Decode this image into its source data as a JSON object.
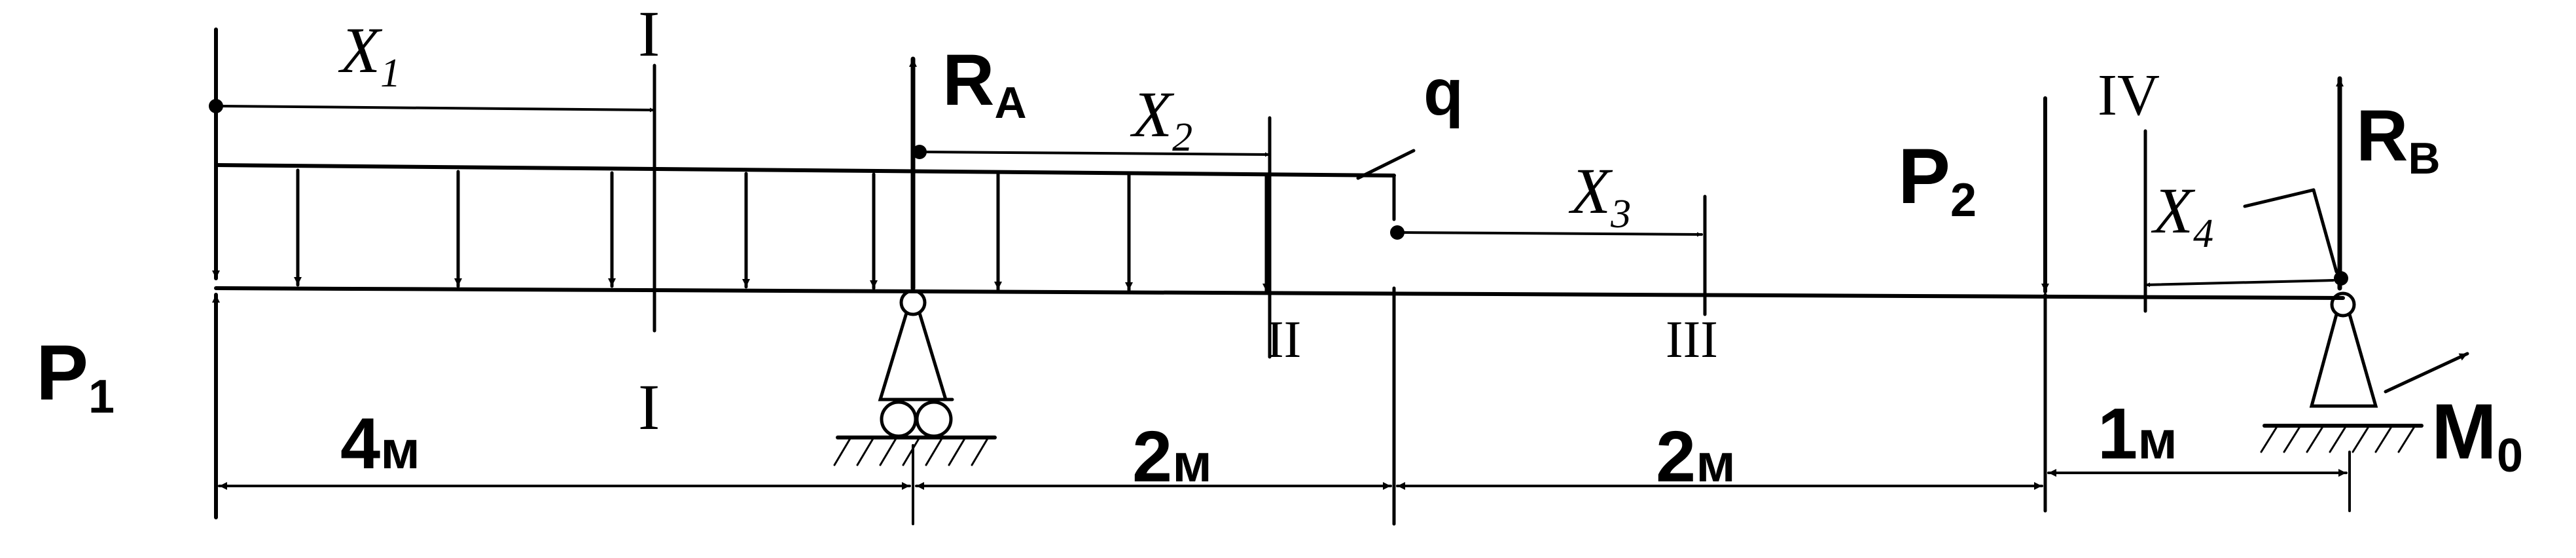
{
  "labels": {
    "x1": "X",
    "x1_sub": "1",
    "x2": "X",
    "x2_sub": "2",
    "x3": "X",
    "x3_sub": "3",
    "x4": "X",
    "x4_sub": "4",
    "ra": "R",
    "ra_sub": "A",
    "rb": "R",
    "rb_sub": "B",
    "p1": "P",
    "p1_sub": "1",
    "p2": "P",
    "p2_sub": "2",
    "q": "q",
    "m0": "M",
    "m0_sub": "0"
  },
  "sections": {
    "s1_top": "I",
    "s1_bottom": "I",
    "s2": "II",
    "s3": "III",
    "s4": "IV"
  },
  "dimensions": {
    "d1_value": "4",
    "d1_unit": "м",
    "d2_value": "2",
    "d2_unit": "м",
    "d3_value": "2",
    "d3_unit": "м",
    "d4_value": "1",
    "d4_unit": "м"
  }
}
